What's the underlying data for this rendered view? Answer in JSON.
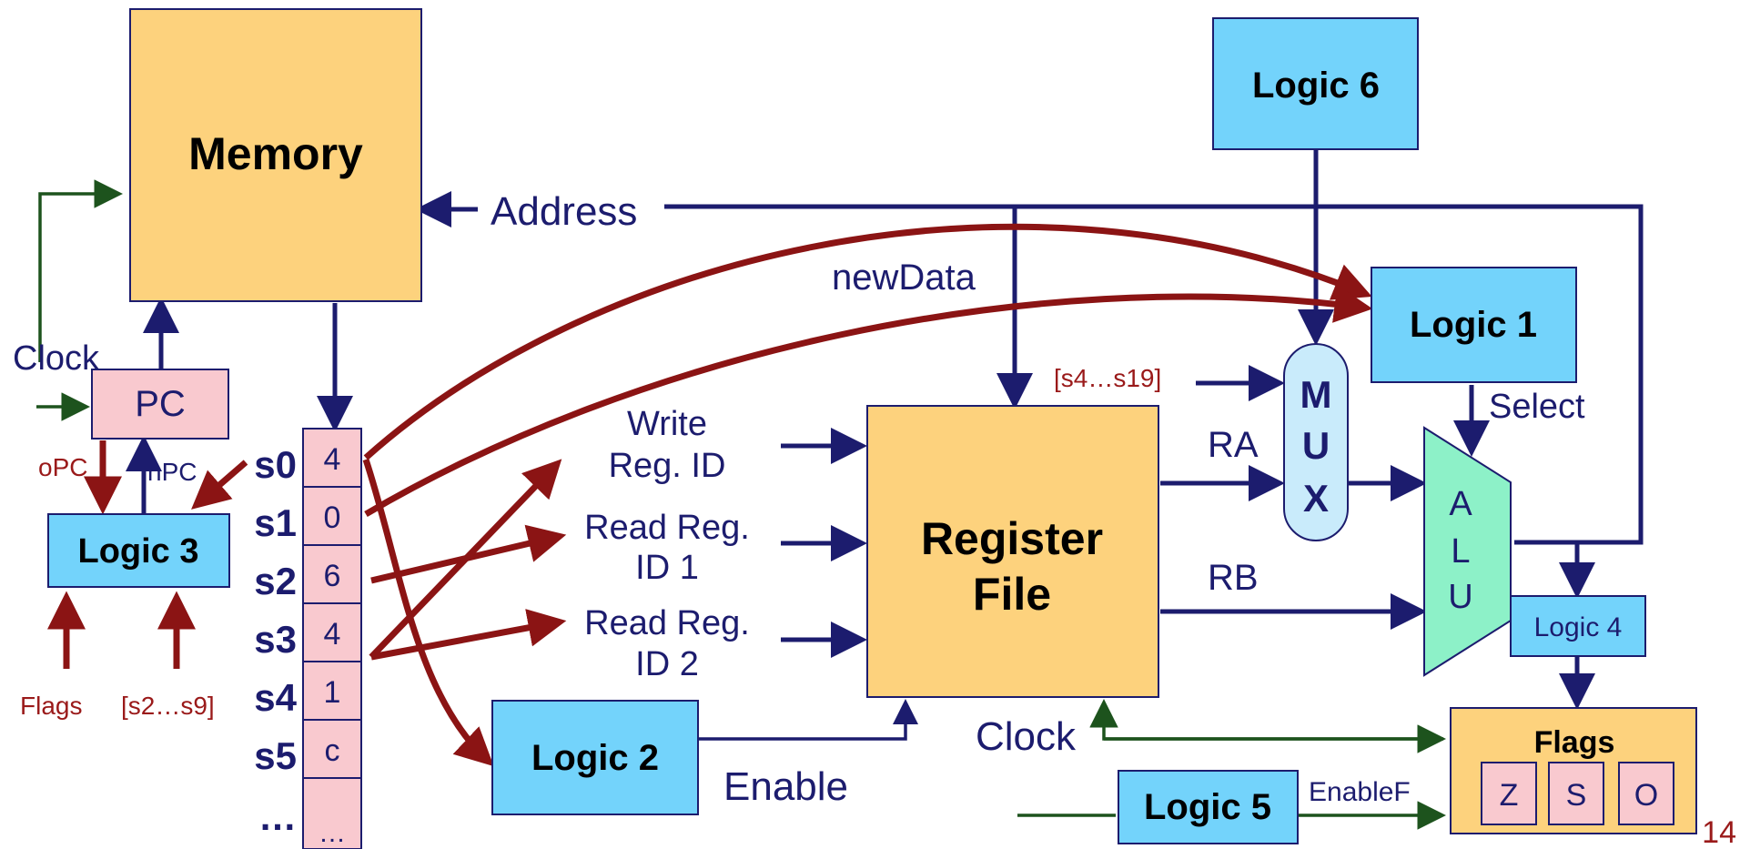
{
  "blocks": {
    "memory": "Memory",
    "register_file_line1": "Register",
    "register_file_line2": "File",
    "pc": "PC",
    "logic1": "Logic 1",
    "logic2": "Logic 2",
    "logic3": "Logic 3",
    "logic4": "Logic 4",
    "logic5": "Logic 5",
    "logic6": "Logic 6",
    "mux": [
      "M",
      "U",
      "X"
    ],
    "alu": [
      "A",
      "L",
      "U"
    ],
    "flags": "Flags"
  },
  "flag_bits": [
    "Z",
    "S",
    "O"
  ],
  "instruction_slots": [
    {
      "reg": "s0",
      "value": "4"
    },
    {
      "reg": "s1",
      "value": "0"
    },
    {
      "reg": "s2",
      "value": "6"
    },
    {
      "reg": "s3",
      "value": "4"
    },
    {
      "reg": "s4",
      "value": "1"
    },
    {
      "reg": "s5",
      "value": "c"
    },
    {
      "reg": "…",
      "value": "…"
    }
  ],
  "labels": {
    "address": "Address",
    "new_data": "newData",
    "clock_left": "Clock",
    "clock_bottom": "Clock",
    "opc": "oPC",
    "npc": "nPC",
    "flags_in": "Flags",
    "s2_s9": "[s2…s9]",
    "s4_s19": "[s4…s19]",
    "write_reg_id_1": "Write",
    "write_reg_id_2": "Reg. ID",
    "read_reg_id1_1": "Read Reg.",
    "read_reg_id1_2": "ID 1",
    "read_reg_id2_1": "Read Reg.",
    "read_reg_id2_2": "ID 2",
    "ra": "RA",
    "rb": "RB",
    "select": "Select",
    "enable": "Enable",
    "enable_f": "EnableF",
    "page_number": "14"
  },
  "colors": {
    "memory_fill": "#fdd27d",
    "logic_fill": "#73d3fb",
    "pc_fill": "#f9c9cf",
    "mux_fill": "#c9ebfb",
    "alu_fill": "#8df1c8",
    "navy": "#1c1c6e",
    "dark_red": "#8b1414",
    "dark_green": "#1d531d"
  }
}
